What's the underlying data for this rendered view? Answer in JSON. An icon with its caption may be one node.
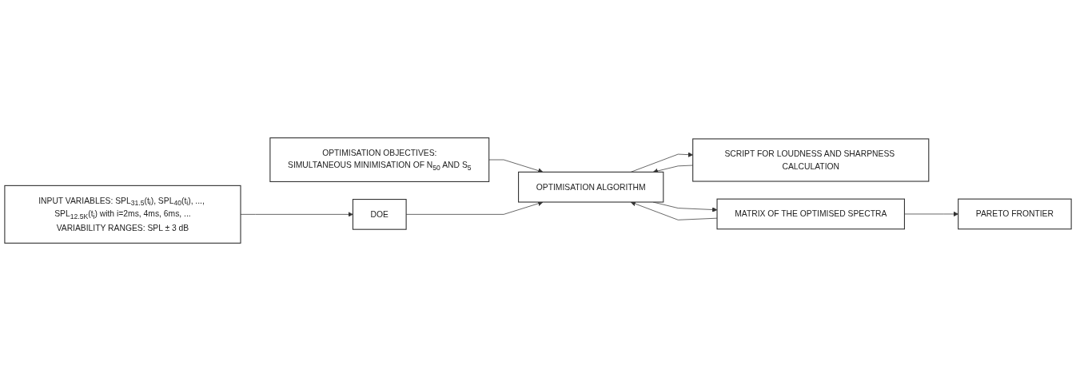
{
  "diagram": {
    "nodes": [
      {
        "text": [
          "OPTIMISATION OBJECTIVES:",
          "SIMULTANEOUS MINIMISATION OF N$_{50}$ AND S$_{5}$"
        ]
      },
      {
        "text": [
          "INPUT VARIABLES: SPL$_{31.5}$(t$_{i}$), SPL$_{40}$(t$_{i}$), ..., SPL$_{12.5K}$(t$_{i}$) with i=2ms, 4ms, 6ms, ...",
          "VARIABILITY RANGES: SPL ± 3 dB"
        ]
      },
      {
        "text": [
          "DOE"
        ]
      },
      {
        "text": [
          "OPTIMISATION ALGORITHM"
        ]
      },
      {
        "text": [
          "SCRIPT FOR LOUDNESS AND SHARPNESS CALCULATION"
        ]
      },
      {
        "text": [
          "MATRIX OF THE OPTIMISED SPECTRA"
        ]
      },
      {
        "text": [
          "PARETO FRONTIER"
        ]
      }
    ],
    "edges": [
      {
        "from": 0,
        "to": 3,
        "arrow": "to"
      },
      {
        "from": 1,
        "to": 2,
        "arrow": "to"
      },
      {
        "from": 2,
        "to": 3,
        "arrow": "to"
      },
      {
        "from": 3,
        "to": 5,
        "arrow": "to"
      },
      {
        "from": 5,
        "to": 3,
        "arrow": "to"
      },
      {
        "from": 3,
        "to": 4,
        "arrow": "to"
      },
      {
        "from": 4,
        "to": 3,
        "arrow": "to"
      },
      {
        "from": 5,
        "to": 6,
        "arrow": "to"
      }
    ]
  }
}
